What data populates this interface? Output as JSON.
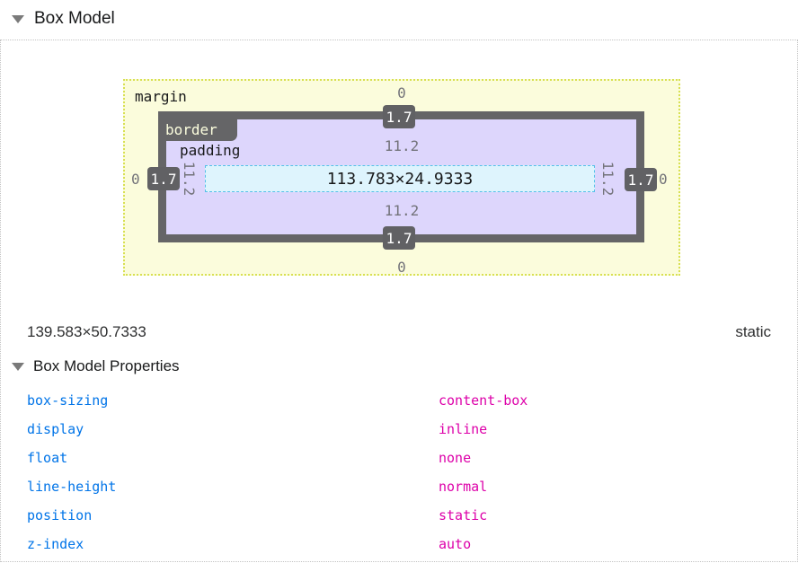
{
  "header": {
    "title": "Box Model"
  },
  "box_model": {
    "labels": {
      "margin": "margin",
      "border": "border",
      "padding": "padding"
    },
    "content_size": "113.783×24.9333",
    "values": {
      "margin": {
        "top": "0",
        "right": "0",
        "bottom": "0",
        "left": "0"
      },
      "border": {
        "top": "1.7",
        "right": "1.7",
        "bottom": "1.7",
        "left": "1.7"
      },
      "padding": {
        "top": "11.2",
        "right": "11.2",
        "bottom": "11.2",
        "left": "11.2"
      }
    }
  },
  "summary": {
    "element_size": "139.583×50.7333",
    "element_position": "static"
  },
  "properties_section": {
    "title": "Box Model Properties",
    "properties": [
      {
        "name": "box-sizing",
        "value": "content-box"
      },
      {
        "name": "display",
        "value": "inline"
      },
      {
        "name": "float",
        "value": "none"
      },
      {
        "name": "line-height",
        "value": "normal"
      },
      {
        "name": "position",
        "value": "static"
      },
      {
        "name": "z-index",
        "value": "auto"
      }
    ]
  },
  "colors": {
    "margin_fill": "#fbfcdc",
    "margin_outline": "#d8e052",
    "border_fill": "#656567",
    "padding_fill": "#ddd6fc",
    "content_fill": "#def4fd",
    "content_outline": "#54c0e8",
    "property_name": "#0074e8",
    "property_value": "#dd00a9"
  }
}
